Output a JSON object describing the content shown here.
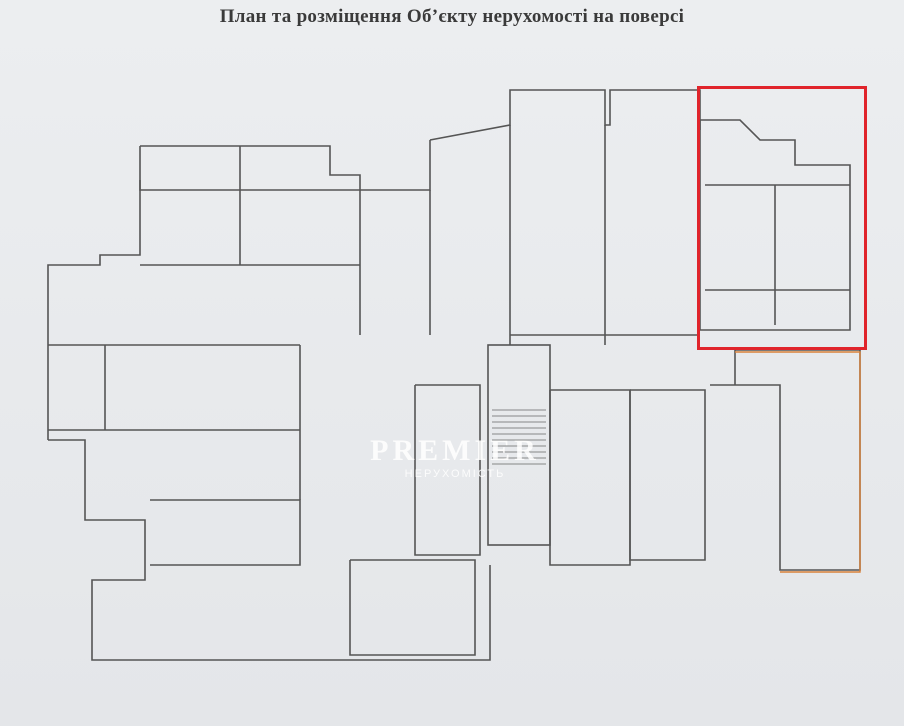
{
  "document": {
    "title": "План та розміщення Об’єкту нерухомості на поверсі"
  },
  "watermark": {
    "brand": "PREMIER",
    "subtitle": "НЕРУХОМІСТЬ"
  },
  "highlight": {
    "color": "#e0242b"
  }
}
